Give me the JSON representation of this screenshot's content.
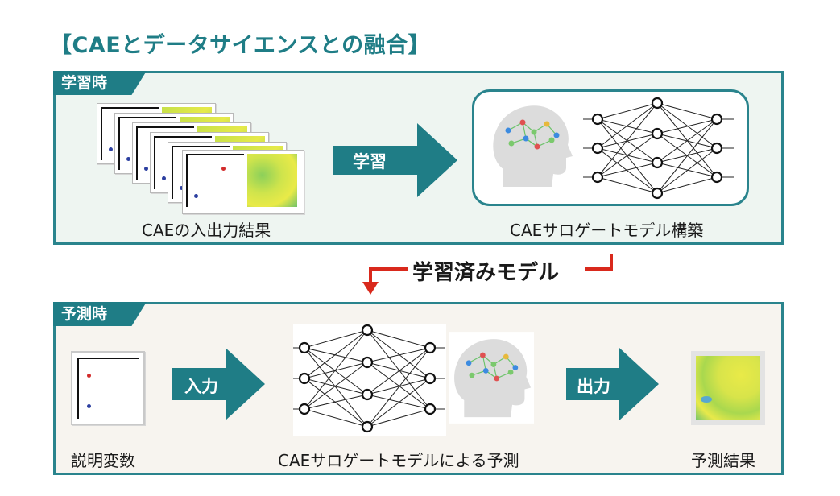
{
  "title": "【CAEとデータサイエンスとの融合】",
  "top_panel": {
    "tag": "学習時",
    "arrow_label": "学習",
    "caption_left": "CAEの入出力結果",
    "caption_right": "CAEサロゲートモデル構築"
  },
  "middle": {
    "label": "学習済みモデル",
    "arrow_color": "#d9291c"
  },
  "bottom_panel": {
    "tag": "予測時",
    "arrow_input_label": "入力",
    "arrow_output_label": "出力",
    "caption_left": "説明変数",
    "caption_center": "CAEサロゲートモデルによる予測",
    "caption_right": "予測結果"
  },
  "colors": {
    "teal": "#1f7d86",
    "panel_top_bg": "#eef5f1",
    "panel_bottom_bg": "#f7f4ef",
    "red": "#d9291c"
  },
  "icons": [
    "neural-network-icon",
    "brain-head-icon",
    "heatmap-icon",
    "plot-frame-icon"
  ]
}
